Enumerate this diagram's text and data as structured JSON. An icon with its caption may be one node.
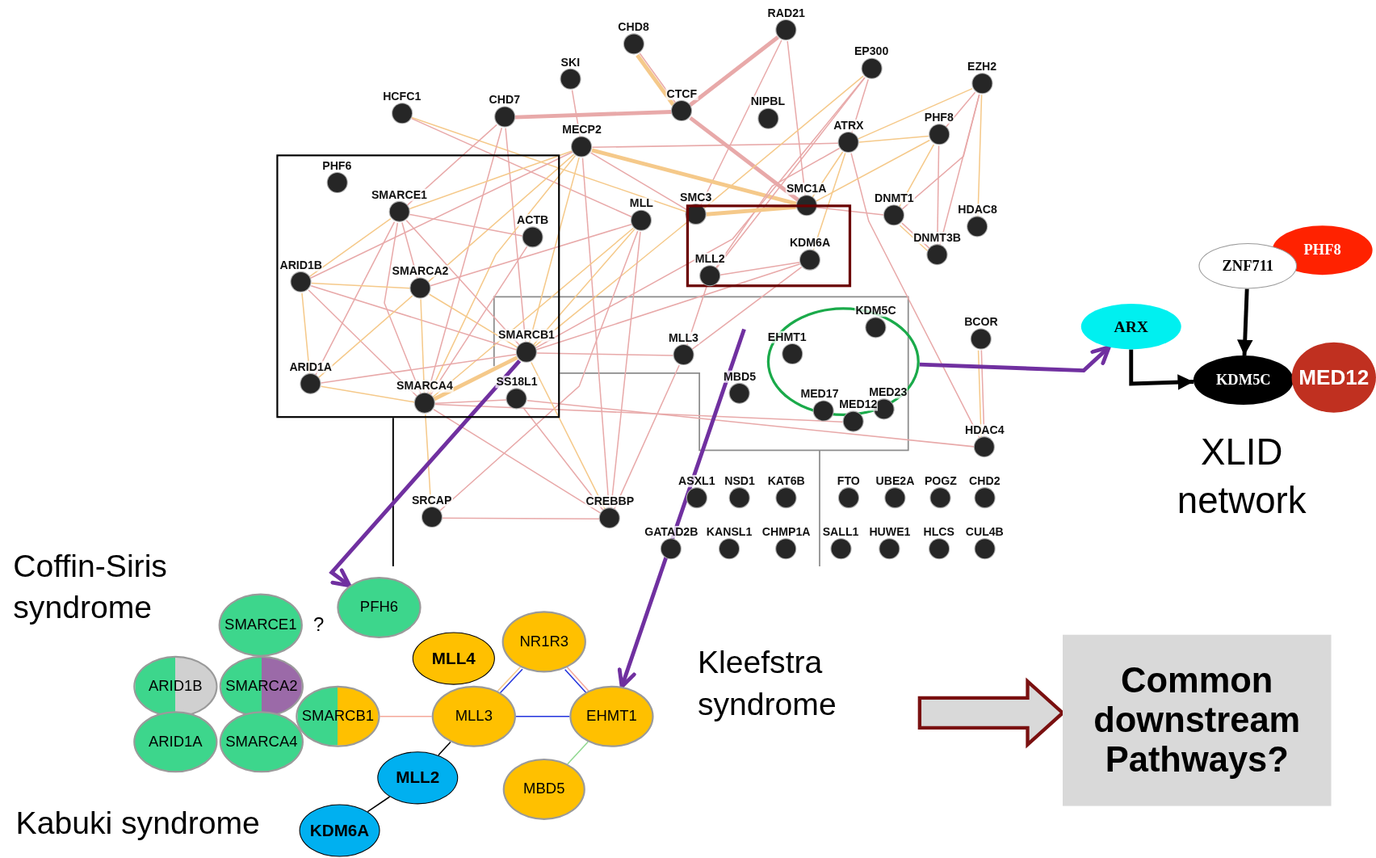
{
  "diagram": {
    "nodes": [
      {
        "text": [
          "RAD21"
        ]
      },
      {
        "text": [
          "CHD8"
        ]
      },
      {
        "text": [
          "EP300"
        ]
      },
      {
        "text": [
          "SKI"
        ]
      },
      {
        "text": [
          "EZH2"
        ]
      },
      {
        "text": [
          "CTCF"
        ]
      },
      {
        "text": [
          "HCFC1"
        ]
      },
      {
        "text": [
          "CHD7"
        ]
      },
      {
        "text": [
          "NIPBL"
        ]
      },
      {
        "text": [
          "PHF8"
        ]
      },
      {
        "text": [
          "ATRX"
        ]
      },
      {
        "text": [
          "MECP2"
        ]
      },
      {
        "text": [],
        "shape": "box"
      },
      {
        "text": [
          "PHF6"
        ],
        "in": 12
      },
      {
        "text": [
          "SMARCE1"
        ],
        "in": 12
      },
      {
        "text": [
          "ACTB"
        ],
        "in": 12
      },
      {
        "text": [
          "ARID1B"
        ],
        "in": 12
      },
      {
        "text": [
          "SMARCA2"
        ],
        "in": 12
      },
      {
        "text": [
          "SMARCB1"
        ],
        "in": 12
      },
      {
        "text": [
          "ARID1A"
        ],
        "in": 12
      },
      {
        "text": [
          "SMARCA4"
        ],
        "in": 12
      },
      {
        "text": [
          "SS18L1"
        ],
        "in": 12
      },
      {
        "text": [
          "MLL"
        ]
      },
      {
        "text": [
          "SMC3"
        ]
      },
      {
        "text": [
          "SMC1A"
        ]
      },
      {
        "text": [
          "DNMT1"
        ]
      },
      {
        "text": [
          "HDAC8"
        ]
      },
      {
        "text": [
          "DNMT3B"
        ]
      },
      {
        "text": [],
        "shape": "box"
      },
      {
        "text": [
          "MLL2"
        ],
        "in": 28
      },
      {
        "text": [
          "KDM6A"
        ],
        "in": 28
      },
      {
        "text": [
          "MLL3"
        ]
      },
      {
        "text": [],
        "shape": "circle"
      },
      {
        "text": [
          "KDM5C"
        ],
        "in": 32
      },
      {
        "text": [
          "EHMT1"
        ],
        "in": 32
      },
      {
        "text": [
          "MED17"
        ],
        "in": 32
      },
      {
        "text": [
          "MED23"
        ],
        "in": 32
      },
      {
        "text": [
          "MED12"
        ]
      },
      {
        "text": [
          "BCOR"
        ]
      },
      {
        "text": [
          "MBD5"
        ]
      },
      {
        "text": [
          "HDAC4"
        ]
      },
      {
        "text": [
          "ASXL1"
        ]
      },
      {
        "text": [
          "NSD1"
        ]
      },
      {
        "text": [
          "KAT6B"
        ]
      },
      {
        "text": [
          "FTO"
        ]
      },
      {
        "text": [
          "UBE2A"
        ]
      },
      {
        "text": [
          "POGZ"
        ]
      },
      {
        "text": [
          "CHD2"
        ]
      },
      {
        "text": [
          "SRCAP"
        ]
      },
      {
        "text": [
          "CREBBP"
        ]
      },
      {
        "text": [
          "GATAD2B"
        ]
      },
      {
        "text": [
          "KANSL1"
        ]
      },
      {
        "text": [
          "CHMP1A"
        ]
      },
      {
        "text": [
          "SALL1"
        ]
      },
      {
        "text": [
          "HUWE1"
        ]
      },
      {
        "text": [
          "HLCS"
        ]
      },
      {
        "text": [
          "CUL4B"
        ]
      },
      {
        "text": [
          "PHF8"
        ]
      },
      {
        "text": [
          "ZNF711"
        ]
      },
      {
        "text": [
          "ARX"
        ]
      },
      {
        "text": [
          "KDM5C"
        ]
      },
      {
        "text": [
          "MED12"
        ]
      },
      {
        "text": [
          "PFH6"
        ]
      },
      {
        "text": [
          "SMARCE1"
        ]
      },
      {
        "text": [
          "ARID1B"
        ]
      },
      {
        "text": [
          "SMARCA2"
        ]
      },
      {
        "text": [
          "MLL4"
        ]
      },
      {
        "text": [
          "NR1R3"
        ]
      },
      {
        "text": [
          "ARID1A"
        ]
      },
      {
        "text": [
          "SMARCA4"
        ]
      },
      {
        "text": [
          "SMARCB1"
        ]
      },
      {
        "text": [
          "MLL3"
        ]
      },
      {
        "text": [
          "EHMT1"
        ]
      },
      {
        "text": [
          "MLL2"
        ]
      },
      {
        "text": [
          "MBD5"
        ]
      },
      {
        "text": [
          "KDM6A"
        ]
      },
      {
        "text": [
          "Common downstream Pathways?"
        ]
      }
    ],
    "edges": [
      {
        "from": 1,
        "to": 5,
        "arrow": "none"
      },
      {
        "from": 1,
        "to": 5,
        "arrow": "none",
        "color": "#f5c98a",
        "style": "thick"
      },
      {
        "from": 5,
        "to": 7,
        "arrow": "none",
        "style": "thick"
      },
      {
        "from": 5,
        "to": 0,
        "arrow": "none",
        "style": "thick"
      },
      {
        "from": 5,
        "to": 24,
        "arrow": "none",
        "style": "thick"
      },
      {
        "from": 0,
        "to": 23,
        "arrow": "none"
      },
      {
        "from": 0,
        "to": 24,
        "arrow": "none"
      },
      {
        "from": 3,
        "to": 11,
        "arrow": "none"
      },
      {
        "from": 6,
        "to": 22,
        "arrow": "none"
      },
      {
        "from": 6,
        "to": 23,
        "arrow": "none",
        "color": "#f5c98a"
      },
      {
        "from": 7,
        "to": 14,
        "arrow": "none"
      },
      {
        "from": 7,
        "to": 20,
        "arrow": "none"
      },
      {
        "from": 7,
        "to": 18,
        "arrow": "none"
      },
      {
        "from": 11,
        "to": 14,
        "arrow": "none",
        "color": "#f5c98a"
      },
      {
        "from": 11,
        "to": 16,
        "arrow": "none"
      },
      {
        "from": 11,
        "to": 17,
        "arrow": "none",
        "color": "#f5c98a"
      },
      {
        "from": 11,
        "to": 20,
        "arrow": "none",
        "color": "#f5c98a"
      },
      {
        "from": 11,
        "to": 18,
        "arrow": "none",
        "color": "#f5c98a"
      },
      {
        "from": 11,
        "to": 24,
        "arrow": "none",
        "color": "#f5c98a",
        "style": "thick"
      },
      {
        "from": 11,
        "to": 10,
        "arrow": "none"
      },
      {
        "from": 11,
        "to": 23,
        "arrow": "none"
      },
      {
        "from": 11,
        "to": 49,
        "arrow": "none"
      },
      {
        "from": 2,
        "to": 23,
        "arrow": "none",
        "color": "#f5c98a"
      },
      {
        "from": 2,
        "to": 18,
        "arrow": "none"
      },
      {
        "from": 2,
        "to": 29,
        "arrow": "none"
      },
      {
        "from": 2,
        "to": 10,
        "arrow": "none"
      },
      {
        "from": 4,
        "to": 10,
        "arrow": "none",
        "color": "#f5c98a"
      },
      {
        "from": 4,
        "to": 9,
        "arrow": "none"
      },
      {
        "from": 4,
        "to": 25,
        "arrow": "none"
      },
      {
        "from": 4,
        "to": 27,
        "arrow": "none"
      },
      {
        "from": 4,
        "to": 26,
        "arrow": "none",
        "color": "#f5c98a"
      },
      {
        "from": 10,
        "to": 9,
        "arrow": "none",
        "color": "#f5c98a"
      },
      {
        "from": 10,
        "to": 24,
        "arrow": "none",
        "color": "#f5c98a"
      },
      {
        "from": 10,
        "to": 30,
        "arrow": "none",
        "color": "#f5c98a"
      },
      {
        "from": 10,
        "to": 40,
        "arrow": "none"
      },
      {
        "from": 10,
        "to": 29,
        "arrow": "none"
      },
      {
        "from": 9,
        "to": 25,
        "arrow": "none",
        "color": "#f5c98a"
      },
      {
        "from": 9,
        "to": 24,
        "arrow": "none",
        "color": "#f5c98a"
      },
      {
        "from": 9,
        "to": 27,
        "arrow": "none"
      },
      {
        "from": 25,
        "to": 27,
        "arrow": "none"
      },
      {
        "from": 25,
        "to": 27,
        "arrow": "none",
        "color": "#f5c98a"
      },
      {
        "from": 25,
        "to": 24,
        "arrow": "none"
      },
      {
        "from": 23,
        "to": 24,
        "arrow": "none",
        "color": "#f5c98a",
        "style": "thick"
      },
      {
        "from": 23,
        "to": 18,
        "arrow": "none",
        "color": "#f5c98a"
      },
      {
        "from": 29,
        "to": 30,
        "arrow": "none"
      },
      {
        "from": 29,
        "to": 31,
        "arrow": "none"
      },
      {
        "from": 30,
        "to": 18,
        "arrow": "none"
      },
      {
        "from": 30,
        "to": 31,
        "arrow": "none"
      },
      {
        "from": 22,
        "to": 17,
        "arrow": "none"
      },
      {
        "from": 22,
        "to": 18,
        "arrow": "none",
        "color": "#f5c98a"
      },
      {
        "from": 22,
        "to": 49,
        "arrow": "none"
      },
      {
        "from": 22,
        "to": 20,
        "arrow": "none",
        "color": "#f5c98a"
      },
      {
        "from": 14,
        "to": 16,
        "arrow": "none",
        "color": "#f5c98a"
      },
      {
        "from": 14,
        "to": 17,
        "arrow": "none"
      },
      {
        "from": 14,
        "to": 20,
        "arrow": "none"
      },
      {
        "from": 14,
        "to": 19,
        "arrow": "none"
      },
      {
        "from": 14,
        "to": 15,
        "arrow": "none"
      },
      {
        "from": 14,
        "to": 18,
        "arrow": "none"
      },
      {
        "from": 16,
        "to": 17,
        "arrow": "none",
        "color": "#f5c98a"
      },
      {
        "from": 16,
        "to": 19,
        "arrow": "none",
        "color": "#f5c98a"
      },
      {
        "from": 16,
        "to": 20,
        "arrow": "none"
      },
      {
        "from": 16,
        "to": 18,
        "arrow": "none"
      },
      {
        "from": 17,
        "to": 20,
        "arrow": "none",
        "color": "#f5c98a"
      },
      {
        "from": 17,
        "to": 19,
        "arrow": "none",
        "color": "#f5c98a"
      },
      {
        "from": 17,
        "to": 18,
        "arrow": "none",
        "color": "#f5c98a"
      },
      {
        "from": 19,
        "to": 20,
        "arrow": "none",
        "color": "#f5c98a"
      },
      {
        "from": 19,
        "to": 18,
        "arrow": "none"
      },
      {
        "from": 20,
        "to": 18,
        "arrow": "none",
        "color": "#f5c98a",
        "style": "thick"
      },
      {
        "from": 20,
        "to": 48,
        "arrow": "none",
        "color": "#f5c98a"
      },
      {
        "from": 20,
        "to": 21,
        "arrow": "none"
      },
      {
        "from": 20,
        "to": 37,
        "arrow": "none"
      },
      {
        "from": 20,
        "to": 49,
        "arrow": "none"
      },
      {
        "from": 15,
        "to": 20,
        "arrow": "none"
      },
      {
        "from": 18,
        "to": 31,
        "arrow": "none"
      },
      {
        "from": 21,
        "to": 40,
        "arrow": "none"
      },
      {
        "from": 21,
        "to": 49,
        "arrow": "none"
      },
      {
        "from": 48,
        "to": 49,
        "arrow": "none"
      },
      {
        "from": 48,
        "to": 22,
        "arrow": "none"
      },
      {
        "from": 49,
        "to": 31,
        "arrow": "none"
      },
      {
        "from": 49,
        "to": 18,
        "arrow": "none",
        "color": "#f5c98a"
      },
      {
        "from": 38,
        "to": 40,
        "arrow": "none"
      },
      {
        "from": 38,
        "to": 40,
        "arrow": "none",
        "color": "#f5c98a"
      },
      {
        "from": 58,
        "to": 60,
        "arrow": "to",
        "color": "#000000",
        "style": "thick"
      },
      {
        "from": 59,
        "to": 60,
        "arrow": "to",
        "color": "#000000",
        "style": "thick"
      },
      {
        "from": 18,
        "to": 62,
        "arrow": "to",
        "color": "#7030a0",
        "style": "thick"
      },
      {
        "from": null,
        "to": 72,
        "arrow": "to",
        "color": "#7030a0",
        "style": "thick"
      },
      {
        "from": 32,
        "to": 59,
        "arrow": "to",
        "color": "#7030a0",
        "style": "thick"
      },
      {
        "from": null,
        "to": 76,
        "arrow": "to",
        "color": "#7a1010",
        "style": "thick"
      },
      {
        "from": 70,
        "to": 71,
        "arrow": "none",
        "color": "#f4a89a"
      },
      {
        "from": 71,
        "to": 67,
        "arrow": "none",
        "color": "#f5c98a"
      },
      {
        "from": 71,
        "to": 67,
        "arrow": "none",
        "color": "#2233dd"
      },
      {
        "from": 67,
        "to": 72,
        "arrow": "none",
        "color": "#f4a89a"
      },
      {
        "from": 67,
        "to": 72,
        "arrow": "none",
        "color": "#2233dd"
      },
      {
        "from": 71,
        "to": 72,
        "arrow": "none",
        "color": "#2233dd"
      },
      {
        "from": 72,
        "to": 74,
        "arrow": "none",
        "color": "#90d890"
      },
      {
        "from": 71,
        "to": 73,
        "arrow": "none",
        "color": "#000000"
      },
      {
        "from": 73,
        "to": 75,
        "arrow": "none",
        "color": "#000000"
      }
    ],
    "labels": [
      "XLID network",
      "Coffin-Siris syndrome",
      "?",
      "Kleefstra syndrome",
      "Kabuki syndrome"
    ]
  }
}
